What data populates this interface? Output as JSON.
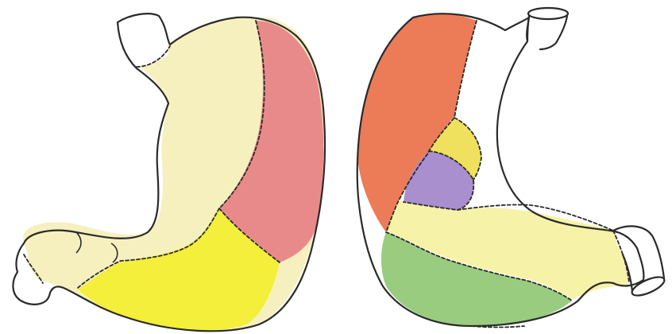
{
  "figure": {
    "panels": [
      {
        "name": "left-stomach",
        "regions": [
          {
            "name": "esophagus-stub",
            "color": "#ffffff"
          },
          {
            "name": "body-pale-region",
            "color": "#f6f0bf"
          },
          {
            "name": "fundus-greater-curvature-region",
            "color": "#e98a8a"
          },
          {
            "name": "antrum-region",
            "color": "#f3ef3a"
          },
          {
            "name": "pylorus-pale-region",
            "color": "#f6f0bf"
          },
          {
            "name": "duodenum-stub",
            "color": "#ffffff"
          }
        ]
      },
      {
        "name": "right-stomach",
        "regions": [
          {
            "name": "esophagus-tube",
            "color": "#ffffff"
          },
          {
            "name": "lesser-curvature-white-region",
            "color": "#ffffff"
          },
          {
            "name": "fundus-red-region",
            "color": "#ec7b58"
          },
          {
            "name": "small-yellow-region",
            "color": "#efe15e"
          },
          {
            "name": "purple-region",
            "color": "#a98fce"
          },
          {
            "name": "antrum-pale-yellow-region",
            "color": "#f6f2a8"
          },
          {
            "name": "green-region",
            "color": "#99cc7f"
          },
          {
            "name": "duodenum-tube",
            "color": "#ffffff"
          }
        ]
      }
    ]
  }
}
